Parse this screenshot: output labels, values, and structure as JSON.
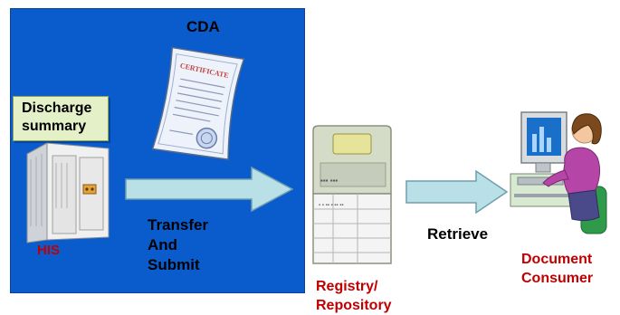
{
  "labels": {
    "cda": "CDA",
    "discharge_line1": "Discharge",
    "discharge_line2": "summary",
    "transfer_line1": "Transfer",
    "transfer_line2": "And",
    "transfer_line3": "Submit",
    "his": "HIS",
    "retrieve": "Retrieve",
    "registry_line1": "Registry/",
    "registry_line2": "Repository",
    "consumer_line1": "Document",
    "consumer_line2": "Consumer",
    "certificate": "CERTIFICATE"
  },
  "colors": {
    "panel": "#0a5ccd",
    "arrow": "#b8e0e6",
    "role_label": "#c00000"
  }
}
